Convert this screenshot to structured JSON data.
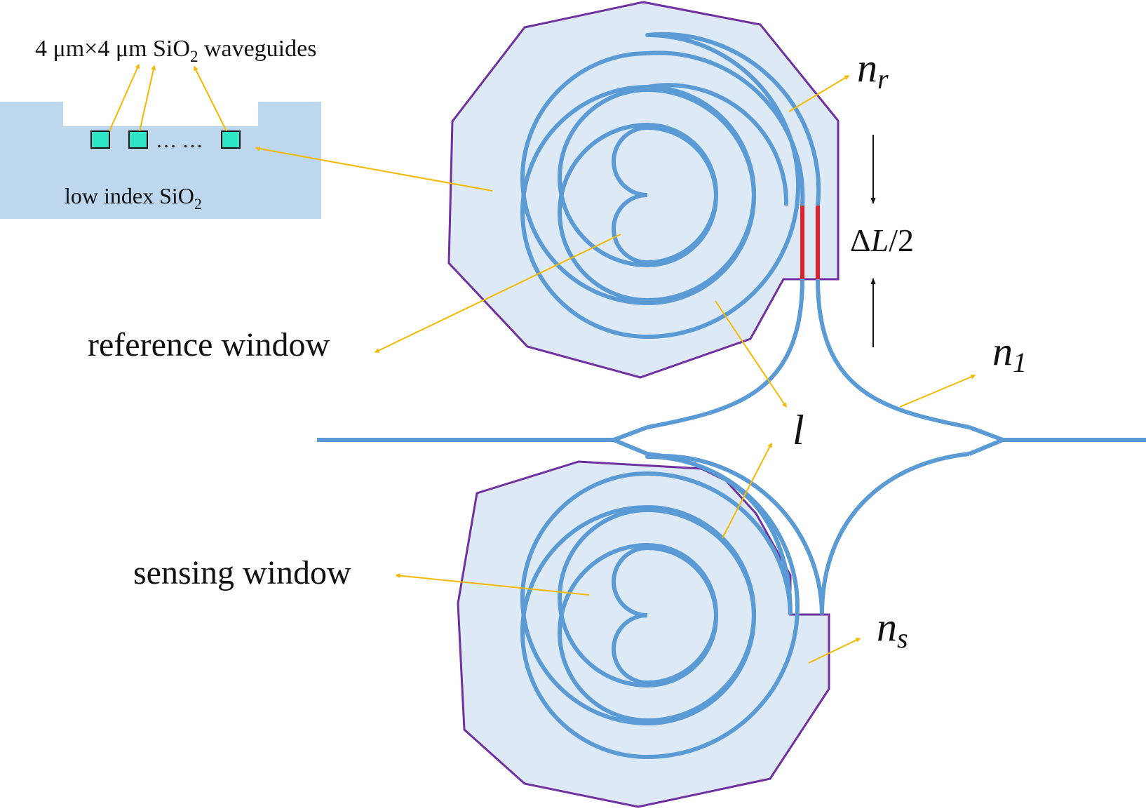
{
  "inset": {
    "title_part1": "4 μm×4 μm SiO",
    "title_sub": "2",
    "title_part2": " waveguides",
    "dots": "… …",
    "substrate_part1": "low index SiO",
    "substrate_sub": "2"
  },
  "labels": {
    "reference_window": "reference window",
    "sensing_window": "sensing window",
    "n_r_base": "n",
    "n_r_sub": "r",
    "n_1_base": "n",
    "n_1_sub": "1",
    "n_s_base": "n",
    "n_s_sub": "s",
    "l": "l",
    "delta_prefix": "Δ",
    "delta_L": "L",
    "delta_suffix": "/2"
  },
  "colors": {
    "waveguide": "#5b9bd5",
    "window_fill": "#dde9f5",
    "window_outline": "#7030a0",
    "substrate": "#bdd7ee",
    "core": "#2ee6c6",
    "pointer": "#f5b800",
    "delta_segment": "#e0202a"
  }
}
